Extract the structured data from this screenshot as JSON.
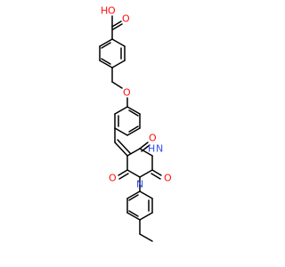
{
  "molecule": {
    "atom_labels": {
      "hydroxyl_h": "H",
      "hydroxyl_o": "O",
      "carbonyl_o_acid": "O",
      "ether_o": "O",
      "carbonyl_o_top": "O",
      "nh_n": "N",
      "nh_h": "H",
      "carbonyl_o_right": "O",
      "n_aryl": "N",
      "carbonyl_o_left": "O"
    },
    "colors": {
      "bond": "#000000",
      "oxygen": "#ff0d0d",
      "nitrogen": "#3050f8",
      "background": "#ffffff"
    }
  }
}
